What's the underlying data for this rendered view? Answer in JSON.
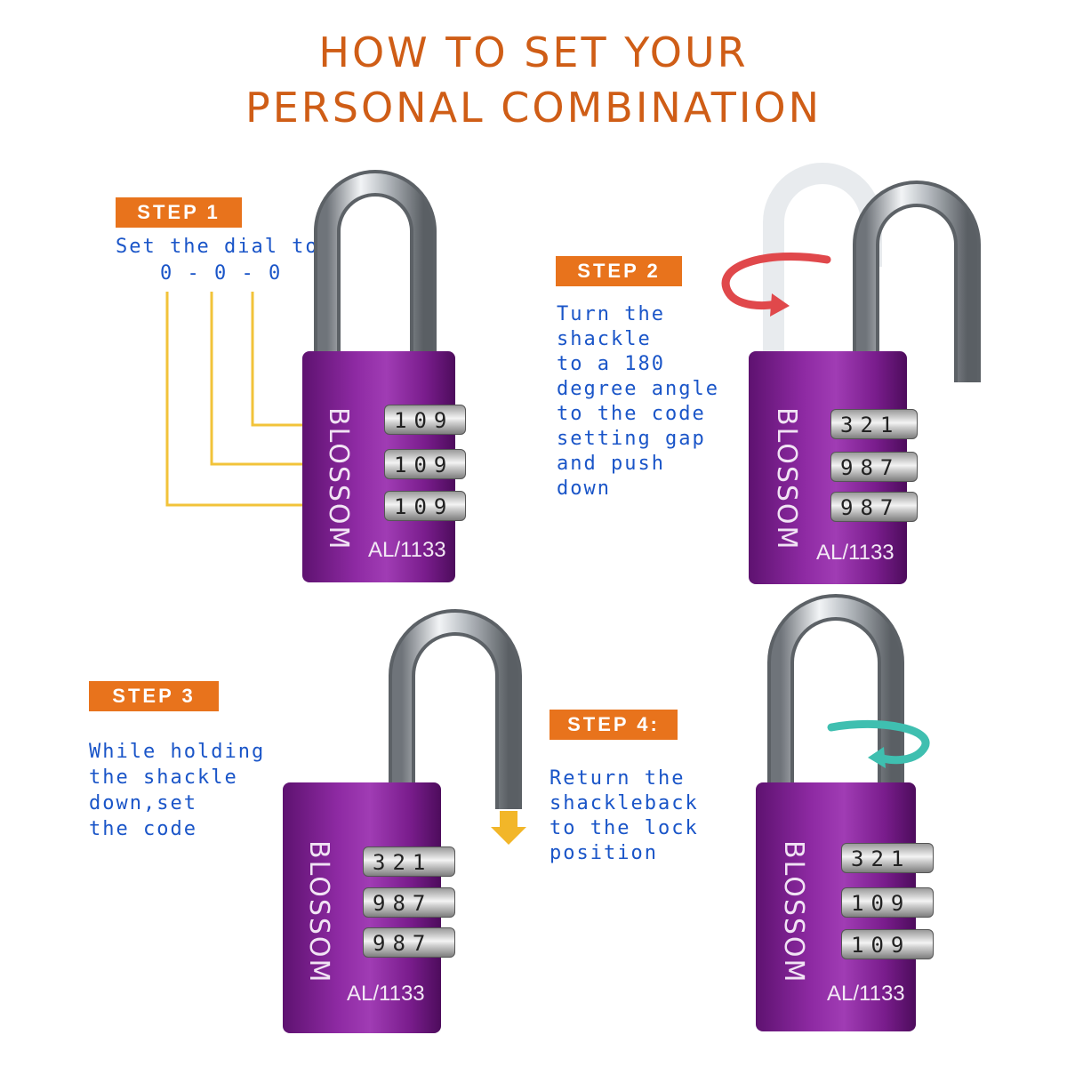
{
  "title": {
    "line1": "HOW TO SET YOUR",
    "line2": "PERSONAL COMBINATION"
  },
  "steps": [
    {
      "label": "STEP 1",
      "text": [
        "Set the dial to",
        "0 - 0 - 0"
      ]
    },
    {
      "label": "STEP 2",
      "text": [
        "Turn the",
        "shackle",
        "to a 180",
        "degree angle",
        "to the code",
        "setting gap",
        "and push",
        "down"
      ]
    },
    {
      "label": "STEP 3",
      "text": [
        "While holding",
        "the shackle",
        "down,set",
        "the code"
      ]
    },
    {
      "label": "STEP 4:",
      "text": [
        "Return the",
        "shackleback",
        "to the lock",
        "position"
      ]
    }
  ],
  "locks": [
    {
      "brand": "BLOSSOM",
      "model": "AL/1133",
      "dials": [
        "109",
        "109",
        "109"
      ]
    },
    {
      "brand": "BLOSSOM",
      "model": "AL/1133",
      "dials": [
        "321",
        "987",
        "987"
      ]
    },
    {
      "brand": "BLOSSOM",
      "model": "AL/1133",
      "dials": [
        "321",
        "987",
        "987"
      ]
    },
    {
      "brand": "BLOSSOM",
      "model": "AL/1133",
      "dials": [
        "321",
        "109",
        "109"
      ]
    }
  ],
  "colors": {
    "accent": "#e8731c",
    "title": "#cf5d16",
    "text": "#1a55c8",
    "lock": "#8e2aa3",
    "guide": "#f2c33a"
  }
}
